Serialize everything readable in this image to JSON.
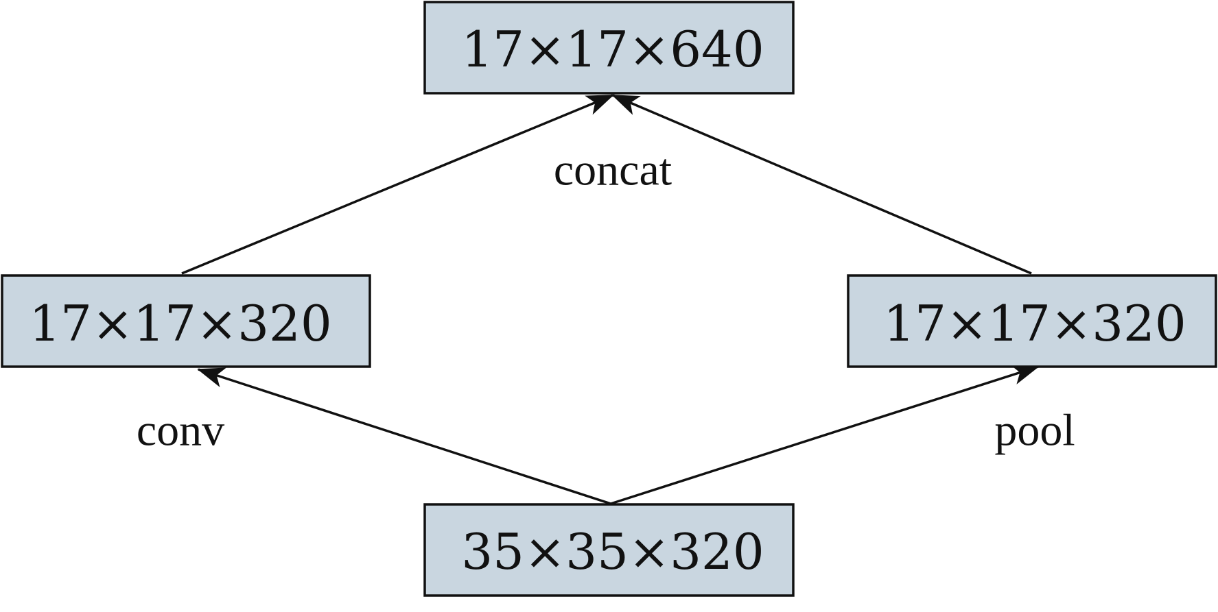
{
  "nodes": {
    "top": "17×17×640",
    "left": "17×17×320",
    "right": "17×17×320",
    "bottom": "35×35×320"
  },
  "edge_labels": {
    "concat": "concat",
    "conv": "conv",
    "pool": "pool"
  }
}
